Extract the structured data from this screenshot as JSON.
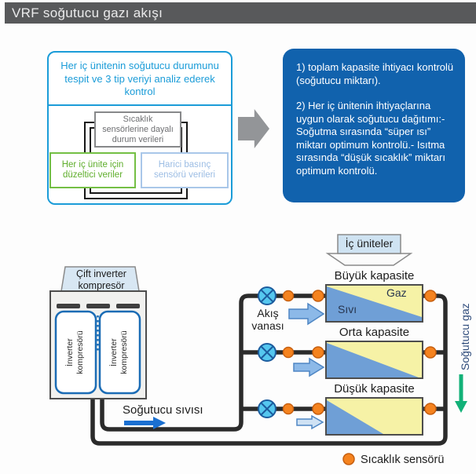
{
  "title_bar": {
    "title": "VRF soğutucu gazı akışı"
  },
  "control_box": {
    "heading": "Her iç ünitenin soğutucu durumunu tespit ve 3 tip veriyi analiz ederek kontrol",
    "temperature_data": "Sıcaklık\nsensörlerine dayalı\ndurum verileri",
    "correction_data": "Her iç ünite için\ndüzeltici veriler",
    "pressure_data": "Harici basınç\nsensörü verileri"
  },
  "info_box": {
    "item1": "1) toplam kapasite ihtiyacı kontrolü (soğutucu miktarı).",
    "item2": "2) Her iç ünitenin ihtiyaçlarına uygun olarak soğutucu dağıtımı:- Soğutma sırasında “süper ısı” miktarı optimum kontrolü.- Isıtma sırasında “düşük sıcaklık” miktarı optimum kontrolü."
  },
  "diagram": {
    "indoor_units_label": "İç üniteler",
    "compressor_label": "Çift inverter kompresör",
    "inverter_compressor_1": "İnverter\nkompresörü",
    "inverter_compressor_2": "İnverter\nkompresörü",
    "flow_valve_label": "Akış\nvanası",
    "refrigerant_liquid_label": "Soğutucu sıvısı",
    "refrigerant_gas_label": "Soğutucu gaz",
    "units": [
      {
        "label": "Büyük kapasite",
        "liquid_label": "Sıvı",
        "gas_label": "Gaz"
      },
      {
        "label": "Orta kapasite"
      },
      {
        "label": "Düşük kapasite"
      }
    ],
    "legend": {
      "temp_sensor_label": "Sıcaklık sensörü"
    }
  },
  "colors": {
    "titlebar": "#58595b",
    "accent_blue": "#1b9cd8",
    "info_bg": "#1162ad",
    "green_border": "#74bf44",
    "light_blue_border": "#a9c7e9",
    "pipe": "#2b2b2b",
    "valve_fill": "#55c7ef",
    "sensor_orange": "#f5831f",
    "unit_yellow": "#f6f2a6",
    "unit_blue": "#6f9fd6",
    "flow_green": "#12b178"
  }
}
